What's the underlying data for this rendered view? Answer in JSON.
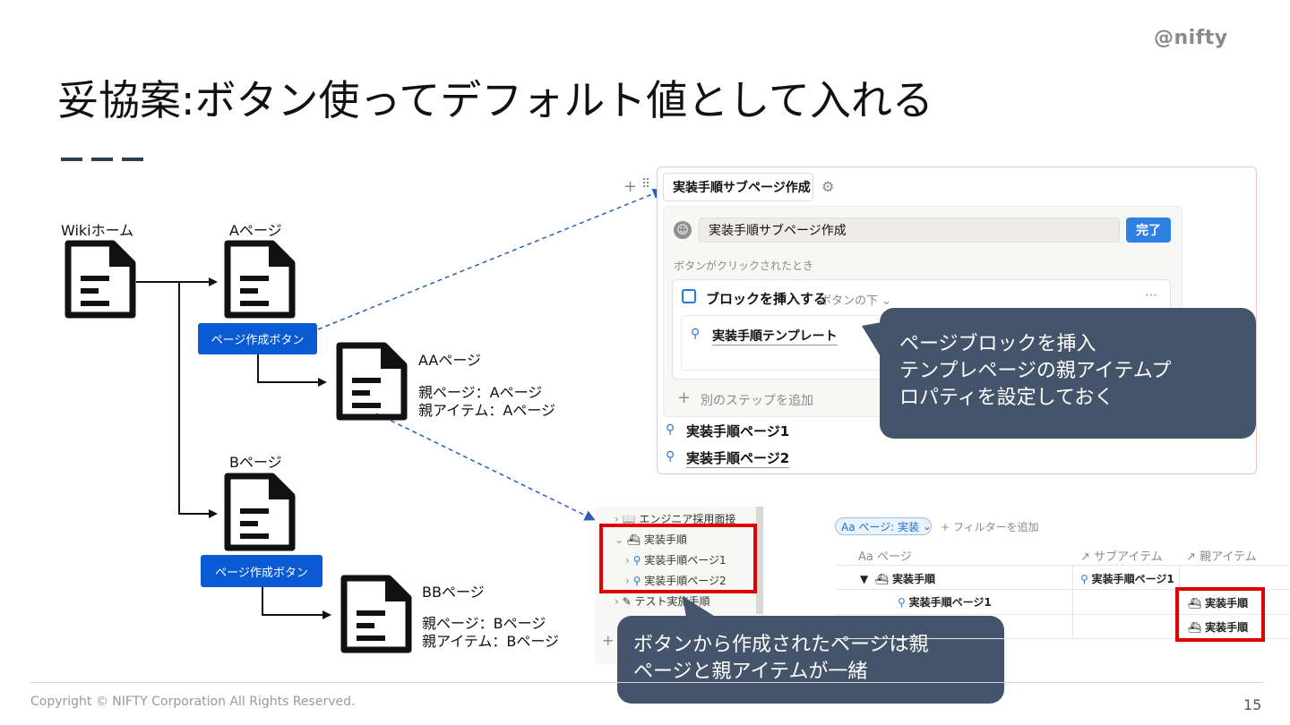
{
  "logo": "@nifty",
  "title": "妥協案:ボタン使ってデフォルト値として入れる",
  "diagram": {
    "wiki_home": "Wikiホーム",
    "a_page": "Aページ",
    "b_page": "Bページ",
    "create_button": "ページ作成ボタン",
    "aa_page": "AAページ",
    "aa_parent_page": "親ページ：Aページ",
    "aa_parent_item": "親アイテム：Aページ",
    "bb_page": "BBページ",
    "bb_parent_page": "親ページ：Bページ",
    "bb_parent_item": "親アイテム：Bページ"
  },
  "notion": {
    "button_name": "実装手順サブページ作成",
    "input_value": "実装手順サブページ作成",
    "done_label": "完了",
    "when_clicked": "ボタンがクリックされたとき",
    "step_title": "ブロックを挿入する",
    "step_position": "ボタンの下",
    "template_name": "実装手順テンプレート",
    "add_step": "別のステップを追加",
    "page1": "実装手順ページ1",
    "page2": "実装手順ページ2"
  },
  "callout_top": {
    "line1": "ページブロックを挿入",
    "line2": "テンプレページの親アイテムプ",
    "line3": "ロパティを設定しておく"
  },
  "callout_bottom": {
    "line1": "ボタンから作成されたページは親",
    "line2": "ページと親アイテムが一緒"
  },
  "sidebar": {
    "items": [
      "エンジニア採用面接",
      "実装手順",
      "実装手順ページ1",
      "実装手順ページ2",
      "テスト実施手順"
    ]
  },
  "table": {
    "filter_pill": "Aa ページ: 実装",
    "add_filter": "+ フィルターを追加",
    "headers": [
      "Aa ページ",
      "↗ サブアイテム",
      "↗ 親アイテム"
    ],
    "rows": [
      {
        "page": "実装手順",
        "sub": "実装手順ページ1",
        "parent": ""
      },
      {
        "page": "実装手順ページ1",
        "sub": "",
        "parent": "実装手順"
      },
      {
        "page": "",
        "sub": "",
        "parent": "実装手順"
      }
    ]
  },
  "footer": {
    "copyright": "Copyright © NIFTY Corporation All Rights Reserved.",
    "page_number": "15"
  }
}
